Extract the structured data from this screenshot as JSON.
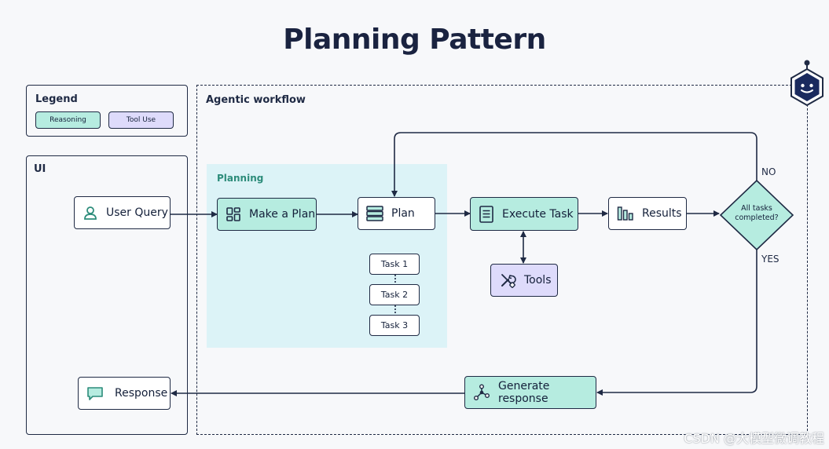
{
  "title": "Planning Pattern",
  "legend": {
    "label": "Legend",
    "reasoning": "Reasoning",
    "tool_use": "Tool Use"
  },
  "ui_panel": {
    "label": "UI"
  },
  "workflow": {
    "label": "Agentic workflow"
  },
  "planning": {
    "label": "Planning"
  },
  "nodes": {
    "user_query": "User Query",
    "make_plan": "Make a Plan",
    "plan": "Plan",
    "execute_task": "Execute Task",
    "results": "Results",
    "tools": "Tools",
    "generate_response": "Generate response",
    "response": "Response"
  },
  "tasks": [
    "Task 1",
    "Task 2",
    "Task 3"
  ],
  "decision": {
    "line1": "All tasks",
    "line2": "completed?"
  },
  "branches": {
    "no": "NO",
    "yes": "YES"
  },
  "watermark": "CSDN @大模型微调教程",
  "colors": {
    "reasoning": "#b6ece0",
    "tool_use": "#dedbfb",
    "planning_area": "#dcf3f7",
    "outline": "#1f2a44",
    "brand": "#1a2a5e"
  }
}
